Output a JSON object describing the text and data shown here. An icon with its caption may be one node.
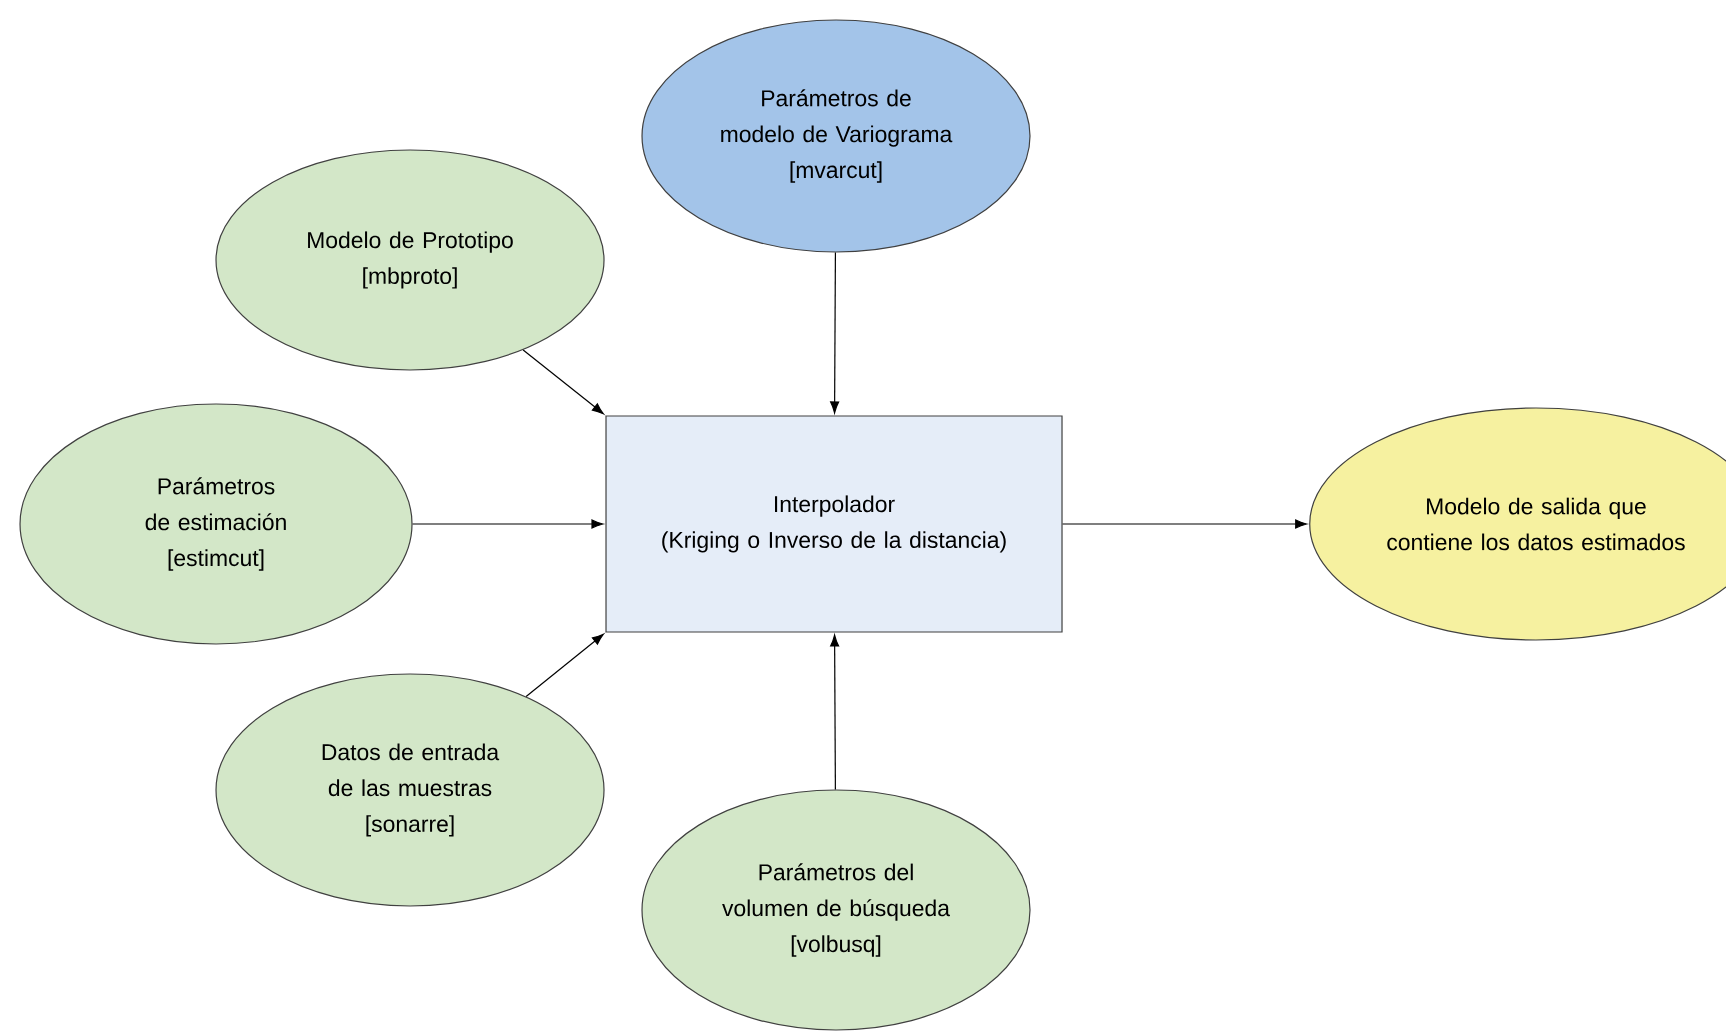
{
  "diagram": {
    "nodes": [
      {
        "text": [
          "Parámetros de modelo de Variograma",
          "[mvarcut]"
        ]
      },
      {
        "text": [
          "Modelo de Prototipo",
          "[mbproto]"
        ]
      },
      {
        "text": [
          "Parámetros de estimación",
          "[estimcut]"
        ]
      },
      {
        "text": [
          "Interpolador",
          "(Kriging o Inverso de la distancia)"
        ]
      },
      {
        "text": [
          "Modelo de salida que contiene los datos estimados"
        ]
      },
      {
        "text": [
          "Datos de entrada de las muestras",
          "[sonarre]"
        ]
      },
      {
        "text": [
          "Parámetros del volumen de búsqueda",
          "[volbusq]"
        ]
      }
    ],
    "edges": [
      {
        "from": 0,
        "to": 3,
        "arrow": "to"
      },
      {
        "from": 1,
        "to": 3,
        "arrow": "to"
      },
      {
        "from": 2,
        "to": 3,
        "arrow": "to"
      },
      {
        "from": 5,
        "to": 3,
        "arrow": "to"
      },
      {
        "from": 6,
        "to": 3,
        "arrow": "to"
      },
      {
        "from": 3,
        "to": 4,
        "arrow": "to"
      }
    ]
  }
}
